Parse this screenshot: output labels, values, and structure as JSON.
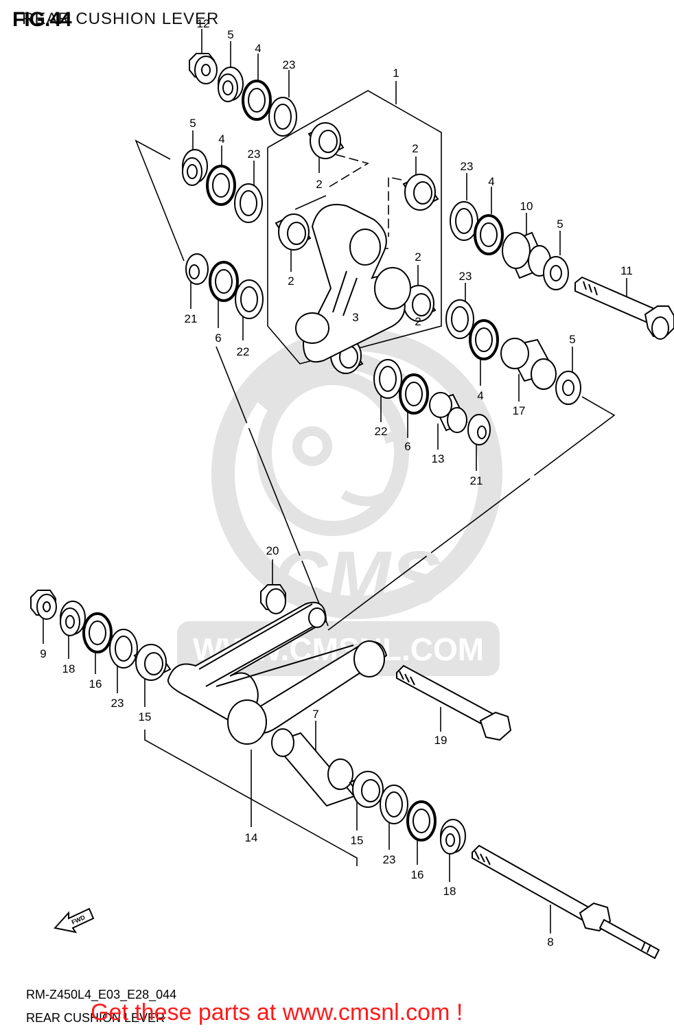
{
  "header": {
    "figure_number": "FIG.44",
    "figure_title": "REAR CUSHION LEVER"
  },
  "footer": {
    "model_code": "RM-Z450L4_E03_E28_044",
    "subtitle": "REAR CUSHION LEVER",
    "promo": "Get these parts at www.cmsnl.com !"
  },
  "watermark": {
    "logo_text": "CMS",
    "url_text": "WWW.CMSNL.COM"
  },
  "fwd_label": "FWD",
  "colors": {
    "line": "#000000",
    "watermark": "#e3e3e3",
    "promo": "#ff1a1a"
  },
  "callouts": [
    "12",
    "5",
    "4",
    "23",
    "1",
    "5",
    "4",
    "23",
    "2",
    "2",
    "2",
    "23",
    "4",
    "10",
    "5",
    "11",
    "2",
    "2",
    "21",
    "6",
    "22",
    "3",
    "23",
    "4",
    "5",
    "17",
    "22",
    "6",
    "13",
    "21",
    "20",
    "9",
    "18",
    "16",
    "23",
    "15",
    "7",
    "19",
    "14",
    "15",
    "23",
    "16",
    "18",
    "8"
  ]
}
